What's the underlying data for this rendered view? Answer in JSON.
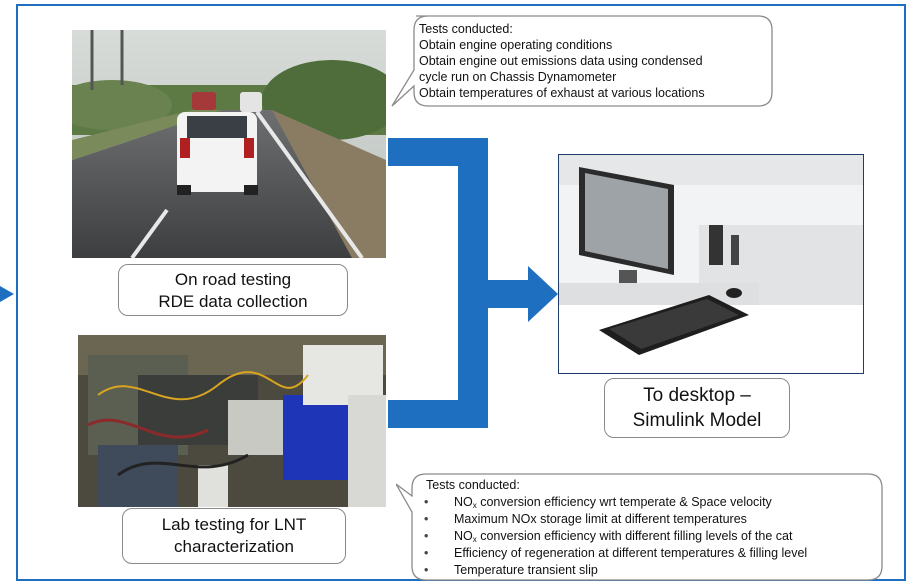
{
  "labels": {
    "road": [
      "On road testing",
      "RDE data collection"
    ],
    "lab": [
      "Lab testing for LNT",
      "characterization"
    ],
    "desktop": [
      "To desktop –",
      "Simulink Model"
    ]
  },
  "top_callout": {
    "title": "Tests conducted:",
    "lines": [
      "Obtain engine operating conditions",
      "Obtain engine out emissions data using condensed",
      "cycle run on Chassis Dynamometer",
      "Obtain temperatures of exhaust at various locations"
    ]
  },
  "bottom_callout": {
    "title": "Tests conducted:",
    "items": [
      {
        "pre": "NO",
        "sub": "x",
        "post": " conversion efficiency wrt temperate & Space velocity"
      },
      {
        "pre": "Maximum NOx storage limit at different temperatures",
        "sub": "",
        "post": ""
      },
      {
        "pre": "NO",
        "sub": "x",
        "post": " conversion efficiency with different filling levels of the cat"
      },
      {
        "pre": "Efficiency of regeneration at different temperatures & filling level",
        "sub": "",
        "post": ""
      },
      {
        "pre": "Temperature transient slip",
        "sub": "",
        "post": ""
      }
    ],
    "bullet": "•"
  },
  "colors": {
    "accent": "#1f6fc0",
    "box_border": "#8a8a8a"
  }
}
